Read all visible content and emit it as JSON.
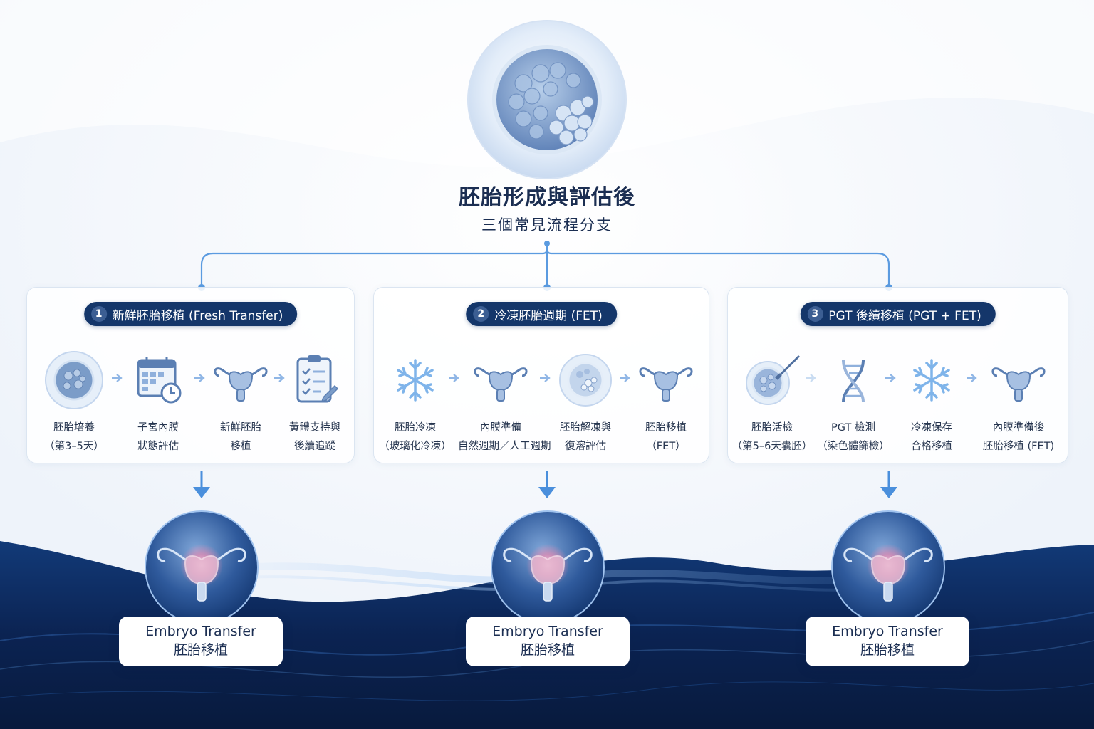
{
  "header": {
    "title": "胚胎形成與評估後",
    "subtitle": "三個常見流程分支"
  },
  "branches": [
    {
      "number": "1",
      "title": "新鮮胚胎移植 (Fresh Transfer)",
      "steps": [
        {
          "icon": "embryo-culture-icon",
          "line1": "胚胎培養",
          "line2": "（第3–5天）"
        },
        {
          "icon": "calendar-clock-icon",
          "line1": "子宮內膜",
          "line2": "狀態評估"
        },
        {
          "icon": "uterus-icon",
          "line1": "新鮮胚胎",
          "line2": "移植"
        },
        {
          "icon": "clipboard-checklist-icon",
          "line1": "黃體支持與",
          "line2": "後續追蹤"
        }
      ],
      "result": {
        "en": "Embryo Transfer",
        "zh": "胚胎移植"
      }
    },
    {
      "number": "2",
      "title": "冷凍胚胎週期 (FET)",
      "steps": [
        {
          "icon": "snowflake-icon",
          "line1": "胚胎冷凍",
          "line2": "（玻璃化冷凍）"
        },
        {
          "icon": "uterus-icon",
          "line1": "內膜準備",
          "line2": "自然週期／人工週期"
        },
        {
          "icon": "thawed-embryo-icon",
          "line1": "胚胎解凍與",
          "line2": "復溶評估"
        },
        {
          "icon": "uterus-icon",
          "line1": "胚胎移植",
          "line2": "（FET）"
        }
      ],
      "result": {
        "en": "Embryo Transfer",
        "zh": "胚胎移植"
      }
    },
    {
      "number": "3",
      "title": "PGT 後續移植 (PGT + FET)",
      "steps": [
        {
          "icon": "embryo-biopsy-icon",
          "line1": "胚胎活檢",
          "line2": "（第5–6天囊胚）"
        },
        {
          "icon": "dna-icon",
          "line1": "PGT 檢測",
          "line2": "（染色體篩檢）"
        },
        {
          "icon": "snowflake-icon",
          "line1": "冷凍保存",
          "line2": "合格移植"
        },
        {
          "icon": "uterus-icon",
          "line1": "內膜準備後",
          "line2": "胚胎移植 (FET)"
        }
      ],
      "result": {
        "en": "Embryo Transfer",
        "zh": "胚胎移植"
      }
    }
  ],
  "colors": {
    "navy": "#14366a",
    "accent_blue": "#5b9be0",
    "wave_dark": "#0a1e45",
    "text": "#1b2e52"
  }
}
